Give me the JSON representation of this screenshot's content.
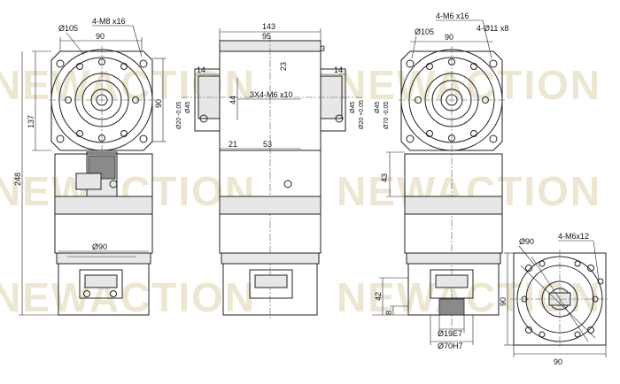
{
  "watermark": {
    "text": "NEWACTION"
  },
  "front_view": {
    "dims": {
      "top_width": "90",
      "bolt_circle": "Ø105",
      "bolt_spec": "4-M8 x16",
      "height_flange": "137",
      "height_total": "248",
      "side_width": "90",
      "bottom_diameter": "Ø90"
    }
  },
  "side_view": {
    "dims": {
      "total_width": "143",
      "inner_width": "95",
      "dim_3": "3",
      "dim_23": "23",
      "shaft_left": "14",
      "shaft_right": "14",
      "thread": "3X4-M6 x10",
      "shaft_dia_left": "Ø20 -0.05",
      "keyway_left": "Ø45",
      "shaft_dia_right": "Ø20 +0.05",
      "keyway_right": "Ø45",
      "h_44": "44",
      "d_21": "21",
      "d_53": "53"
    }
  },
  "right_view": {
    "dims": {
      "bolt_spec": "4-M6 x16",
      "bolt_circle": "Ø105",
      "top_width": "90",
      "hole_spec": "4-Ø11 x8",
      "shaft_dia": "Ø70 -0.05",
      "keyway": "Ø45",
      "h_43": "43",
      "h_42": "42",
      "h_8": "8",
      "bore": "Ø19E7",
      "spigot": "Ø70H7"
    }
  },
  "flange_view": {
    "dims": {
      "diameter": "Ø90",
      "bolt_spec": "4-M6x12",
      "height": "90",
      "width": "90"
    }
  }
}
